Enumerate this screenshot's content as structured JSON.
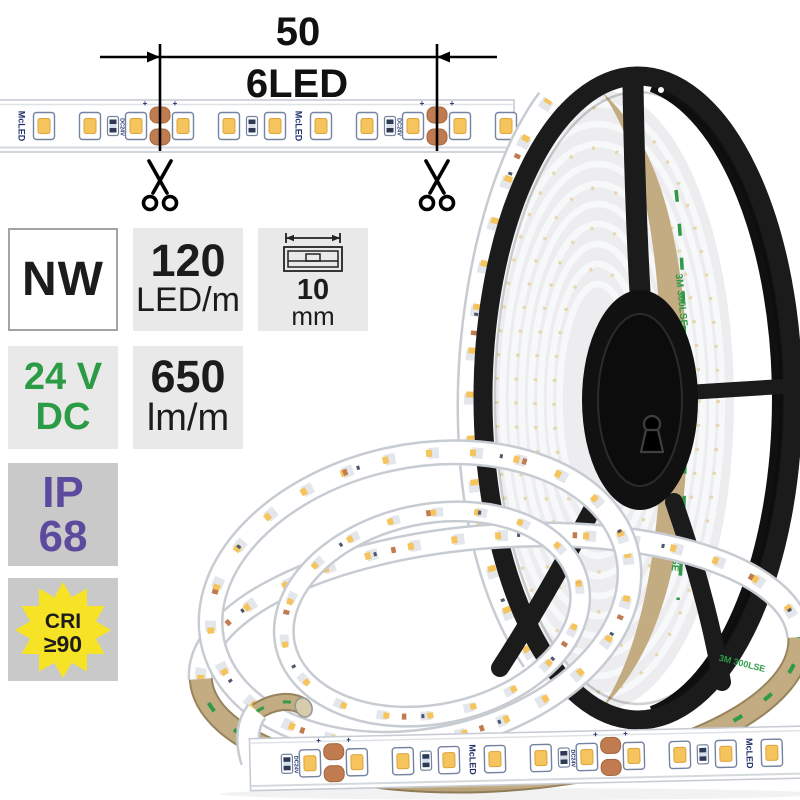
{
  "badges": {
    "color_temp": "NW",
    "led_density": {
      "value": "120",
      "unit": "LED/m"
    },
    "width": {
      "value": "10",
      "unit": "mm"
    },
    "voltage": {
      "line1": "24 V",
      "line2": "DC"
    },
    "luminous_flux": {
      "value": "650",
      "unit": "lm/m"
    },
    "ip_rating": {
      "line1": "IP",
      "line2": "68"
    },
    "cri": {
      "line1": "CRI",
      "line2": "≥90"
    }
  },
  "dims": {
    "length_label": "50",
    "segment_label": "6LED"
  },
  "artwork": {
    "strip_brand_print": "McLED",
    "strip_voltage_print": "DC24V",
    "adhesive_print": "3M 300LSE",
    "colors": {
      "outline": "#7484a0",
      "led": "#f6c45c",
      "led_edge": "#dca43e",
      "resistor": "#2d3a55",
      "copper": "#c07b50",
      "copper_edge": "#a4653e",
      "navy": "#21306b",
      "tube": "#c7ccd3",
      "reel": "#1b1b1b",
      "kraft": "#c3ac81",
      "kraft_edge": "#97835c",
      "print_green": "#2f9a48",
      "accent_green": "#2b9b45",
      "accent_purple": "#5c4a9e",
      "star_yellow": "#f6e326",
      "badge_light": "#e9e9e9",
      "badge_dark": "#c9c9c9"
    }
  }
}
